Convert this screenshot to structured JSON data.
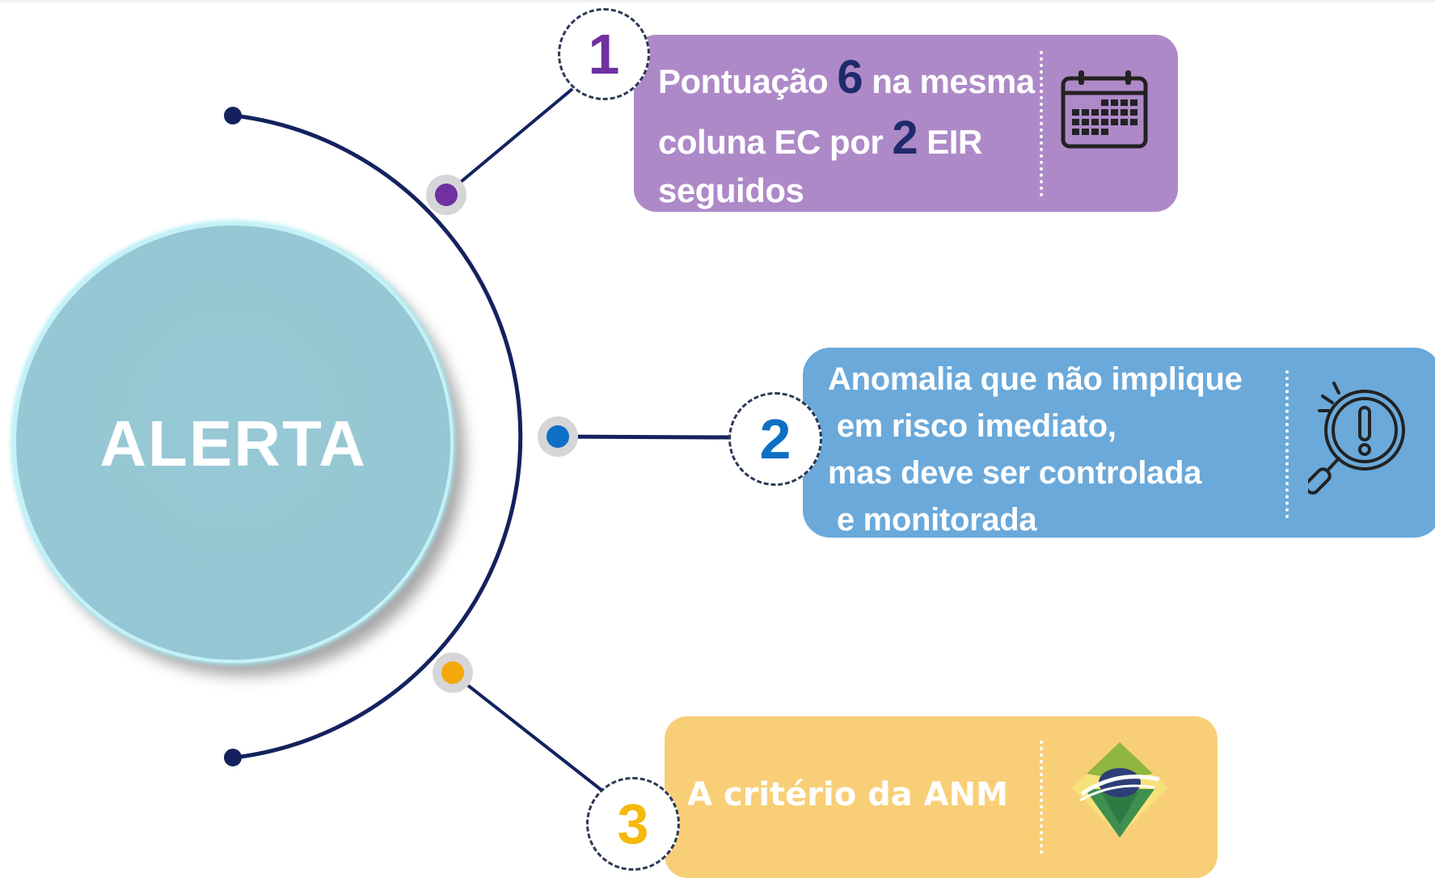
{
  "central": {
    "label": "ALERTA"
  },
  "items": [
    {
      "number": "1",
      "color": "#7030a0",
      "box_color": "#ae89c8",
      "text_a": "Pontuação ",
      "big_1": "6",
      "text_b": " na mesma",
      "text_c": "coluna EC por ",
      "big_2": "2",
      "text_d": " EIR",
      "text_e": "seguidos",
      "icon": "calendar-icon"
    },
    {
      "number": "2",
      "color": "#0e6fc4",
      "box_color": "#6aa9da",
      "text": "Anomalia que não implique\n em risco imediato,\nmas deve ser controlada\n e monitorada",
      "icon": "magnifier-alert-icon"
    },
    {
      "number": "3",
      "color": "#f5b90c",
      "box_color": "#f8cf77",
      "text": "A critério da ANM",
      "icon": "anm-logo-icon"
    }
  ]
}
